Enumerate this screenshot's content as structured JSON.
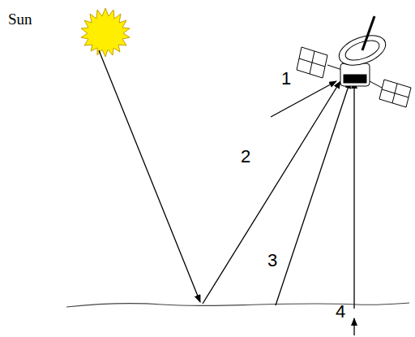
{
  "diagram": {
    "labels": [
      "Sun",
      "1",
      "2",
      "3",
      "4"
    ]
  }
}
